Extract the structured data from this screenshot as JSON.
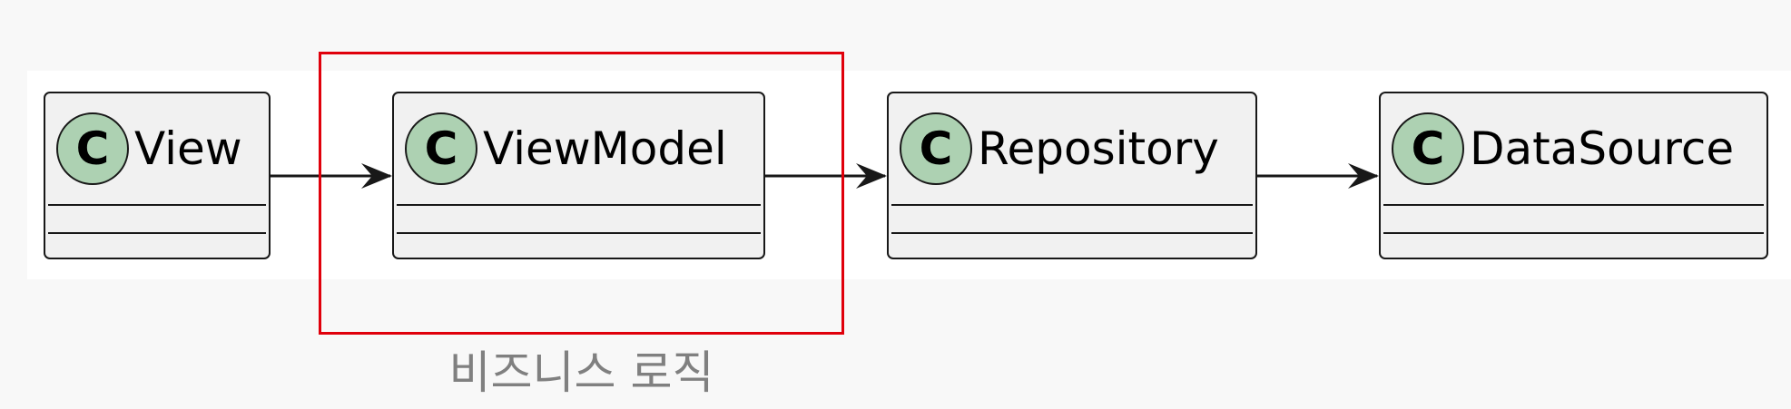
{
  "diagram": {
    "classes": [
      {
        "id": "view",
        "stereotype": "C",
        "name": "View"
      },
      {
        "id": "viewmodel",
        "stereotype": "C",
        "name": "ViewModel"
      },
      {
        "id": "repository",
        "stereotype": "C",
        "name": "Repository"
      },
      {
        "id": "datasource",
        "stereotype": "C",
        "name": "DataSource"
      }
    ],
    "relations": [
      {
        "from": "View",
        "to": "ViewModel"
      },
      {
        "from": "ViewModel",
        "to": "Repository"
      },
      {
        "from": "Repository",
        "to": "DataSource"
      }
    ],
    "highlight": {
      "caption": "비즈니스 로직",
      "color": "#e0000b"
    }
  },
  "colors": {
    "icon_fill": "#add1b2",
    "box_fill": "#f1f1f1",
    "stroke": "#181818",
    "caption": "#808080"
  }
}
